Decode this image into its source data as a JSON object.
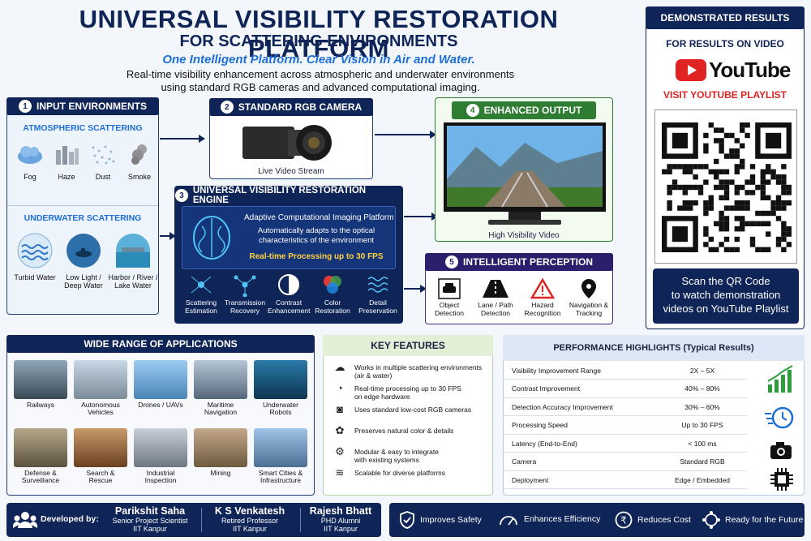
{
  "title": "UNIVERSAL VISIBILITY RESTORATION PLATFORM",
  "subtitle": "FOR SCATTERING ENVIRONMENTS",
  "tagline": "One Intelligent Platform. Clear Vision in Air and Water.",
  "description_line1": "Real-time visibility enhancement across atmospheric and underwater environments",
  "description_line2": "using standard RGB cameras and advanced computational imaging.",
  "input": {
    "num": "1",
    "title": "INPUT ENVIRONMENTS",
    "atmo_title": "ATMOSPHERIC SCATTERING",
    "atmo_items": [
      "Fog",
      "Haze",
      "Dust",
      "Smoke"
    ],
    "under_title": "UNDERWATER SCATTERING",
    "under_items": [
      [
        "Turbid Water",
        ""
      ],
      [
        "Low Light /",
        "Deep Water"
      ],
      [
        "Harbor / River /",
        "Lake Water"
      ]
    ]
  },
  "camera": {
    "num": "2",
    "title": "STANDARD RGB CAMERA",
    "caption": "Live Video Stream"
  },
  "output": {
    "num": "4",
    "title": "ENHANCED OUTPUT",
    "caption": "High Visibility Video"
  },
  "engine": {
    "num": "3",
    "title": "UNIVERSAL VISIBILITY RESTORATION ENGINE",
    "platform": "Adaptive Computational Imaging Platform",
    "adapt1": "Automatically adapts to the optical",
    "adapt2": "characteristics of the environment",
    "fps": "Real-time Processing up to 30 FPS",
    "modules": [
      [
        "Scattering",
        "Estimation"
      ],
      [
        "Transmission",
        "Recovery"
      ],
      [
        "Contrast",
        "Enhancement"
      ],
      [
        "Color",
        "Restoration"
      ],
      [
        "Detail",
        "Preservation"
      ]
    ]
  },
  "perception": {
    "num": "5",
    "title": "INTELLIGENT PERCEPTION",
    "items": [
      [
        "Object",
        "Detection"
      ],
      [
        "Lane / Path",
        "Detection"
      ],
      [
        "Hazard",
        "Recognition"
      ],
      [
        "Navigation &",
        "Tracking"
      ]
    ]
  },
  "results": {
    "title": "DEMONSTRATED RESULTS",
    "for_video": "FOR RESULTS ON VIDEO",
    "youtube": "YouTube",
    "playlist": "VISIT YOUTUBE PLAYLIST",
    "scan1": "Scan the QR Code",
    "scan2": "to watch demonstration",
    "scan3": "videos on YouTube Playlist"
  },
  "applications": {
    "title": "WIDE RANGE OF APPLICATIONS",
    "items": [
      [
        "Railways",
        ""
      ],
      [
        "Autonomous",
        "Vehicles"
      ],
      [
        "Drones / UAVs",
        ""
      ],
      [
        "Maritime",
        "Navigation"
      ],
      [
        "Underwater",
        "Robots"
      ],
      [
        "Defense &",
        "Surveillance"
      ],
      [
        "Search &",
        "Rescue"
      ],
      [
        "Industrial",
        "Inspection"
      ],
      [
        "Mining",
        ""
      ],
      [
        "Smart Cities &",
        "Infrastructure"
      ]
    ]
  },
  "features": {
    "title": "KEY FEATURES",
    "items": [
      [
        "Works in multiple scattering environments",
        "(air & water)"
      ],
      [
        "Real-time processing up to 30 FPS",
        "on edge hardware"
      ],
      [
        "Uses standard low-cost RGB cameras",
        ""
      ],
      [
        "Preserves natural color & details",
        ""
      ],
      [
        "Modular & easy to integrate",
        "with existing systems"
      ],
      [
        "Scalable for diverse platforms",
        ""
      ]
    ]
  },
  "performance": {
    "title": "PERFORMANCE HIGHLIGHTS (Typical Results)",
    "rows": [
      [
        "Visibility Improvement Range",
        "2X – 5X"
      ],
      [
        "Contrast Improvement",
        "40% – 80%"
      ],
      [
        "Detection Accuracy Improvement",
        "30% – 60%"
      ],
      [
        "Processing Speed",
        "Up to 30 FPS"
      ],
      [
        "Latency (End-to-End)",
        "< 100 ms"
      ],
      [
        "Camera",
        "Standard RGB"
      ],
      [
        "Deployment",
        "Edge / Embedded"
      ]
    ]
  },
  "footer": {
    "developed_by": "Developed by:",
    "people": [
      {
        "name": "Parikshit Saha",
        "role": "Senior Project Scientist",
        "org": "IIT Kanpur"
      },
      {
        "name": "K S Venkatesh",
        "role": "Retired Professor",
        "org": "IIT Kanpur"
      },
      {
        "name": "Rajesh Bhatt",
        "role": "PHD Alumni",
        "org": "IIT Kanpur"
      }
    ],
    "benefits": [
      "Improves Safety",
      "Enhances Efficiency",
      "Reduces Cost",
      "Ready for the Future"
    ]
  },
  "colors": {
    "navy": "#0f2557",
    "accent_blue": "#1d6fd8",
    "red": "#e02424",
    "green": "#2e7d32"
  }
}
